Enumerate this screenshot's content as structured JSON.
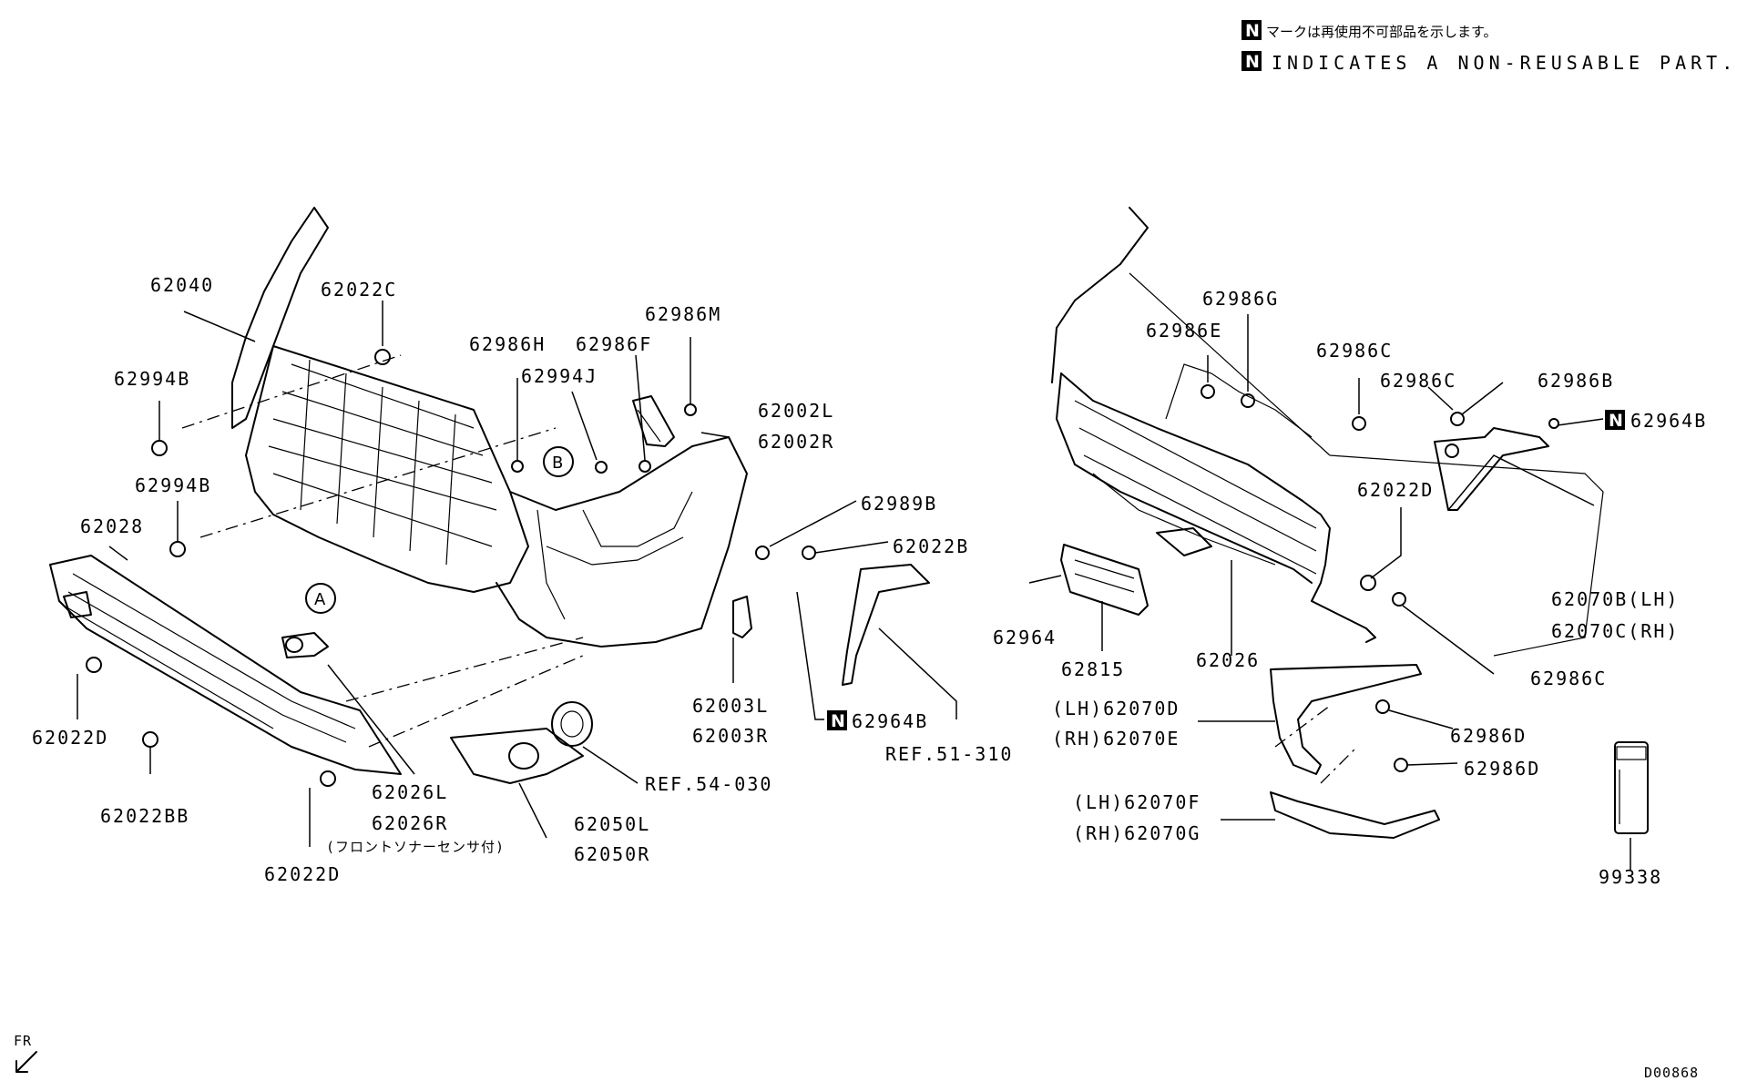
{
  "notes": {
    "non_reusable_jp": "マークは再使用不可部品を示します。",
    "non_reusable_en": "INDICATES A NON-REUSABLE PART.",
    "n_mark": "N"
  },
  "markers": {
    "fr": "FR",
    "circle_a": "A",
    "circle_b": "B"
  },
  "drawing_id": "D00868",
  "labels": {
    "p62040": "62040",
    "p62022C": "62022C",
    "p62994B_1": "62994B",
    "p62994B_2": "62994B",
    "p62028": "62028",
    "p62022D_1": "62022D",
    "p62022BB": "62022BB",
    "p62022D_2": "62022D",
    "p62026L": "62026L",
    "p62026R": "62026R",
    "sonar_note": "(フロントソナーセンサ付)",
    "p62050L": "62050L",
    "p62050R": "62050R",
    "ref54": "REF.54-030",
    "p62986H": "62986H",
    "p62986F": "62986F",
    "p62994J": "62994J",
    "p62986M": "62986M",
    "p62002L": "62002L",
    "p62002R": "62002R",
    "p62989B": "62989B",
    "p62022B": "62022B",
    "p62003L": "62003L",
    "p62003R": "62003R",
    "p62964B_1": "62964B",
    "ref51": "REF.51-310",
    "p62986G": "62986G",
    "p62986E": "62986E",
    "p62986C_1": "62986C",
    "p62986C_2": "62986C",
    "p62986B": "62986B",
    "p62964B_2": "62964B",
    "p62022D_3": "62022D",
    "p62070B": "62070B(LH)",
    "p62070C": "62070C(RH)",
    "p62986C_3": "62986C",
    "p62964": "62964",
    "p62815": "62815",
    "p62026": "62026",
    "p62070D": "(LH)62070D",
    "p62070E": "(RH)62070E",
    "p62986D_1": "62986D",
    "p62986D_2": "62986D",
    "p62070F": "(LH)62070F",
    "p62070G": "(RH)62070G",
    "p99338": "99338"
  }
}
